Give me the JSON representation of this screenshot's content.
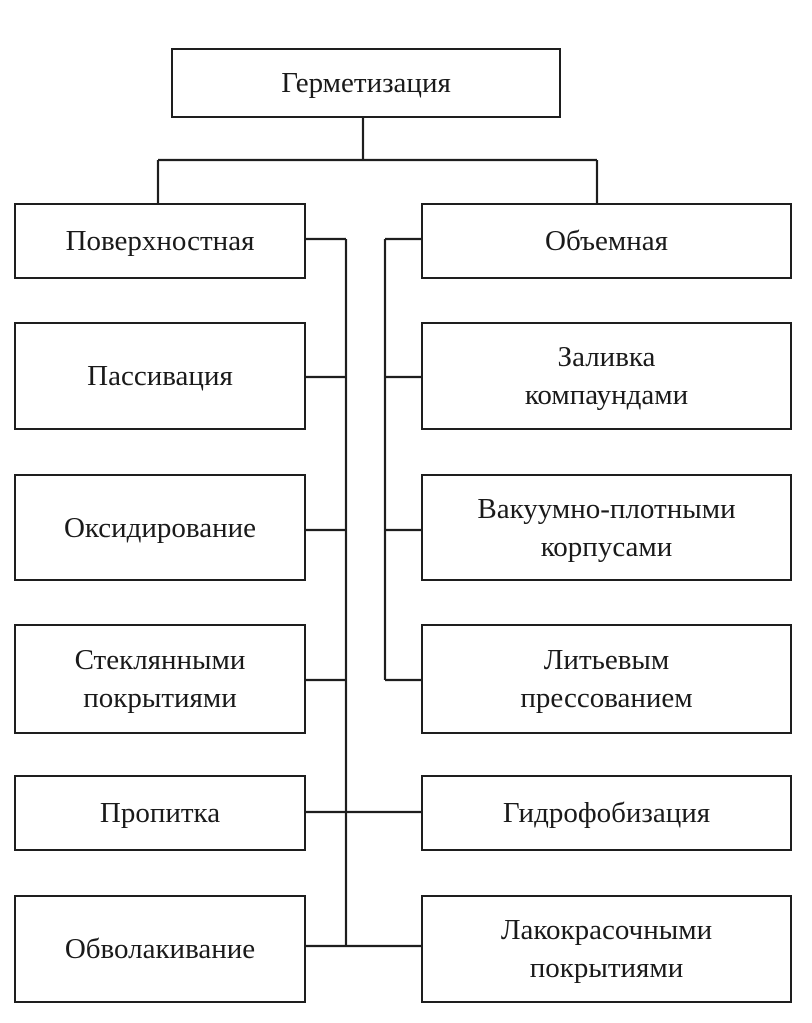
{
  "root": {
    "label": "Герметизация"
  },
  "left_column": {
    "header": "Поверхностная",
    "items": [
      "Пассивация",
      "Оксидирование",
      "Стеклянными\nпокрытиями",
      "Пропитка",
      "Обволакивание"
    ]
  },
  "right_column": {
    "header": "Объемная",
    "items": [
      "Заливка\nкомпаундами",
      "Вакуумно-плотными\nкорпусами",
      "Литьевым\nпрессованием",
      "Гидрофобизация",
      "Лакокрасочными\nпокрытиями"
    ]
  }
}
